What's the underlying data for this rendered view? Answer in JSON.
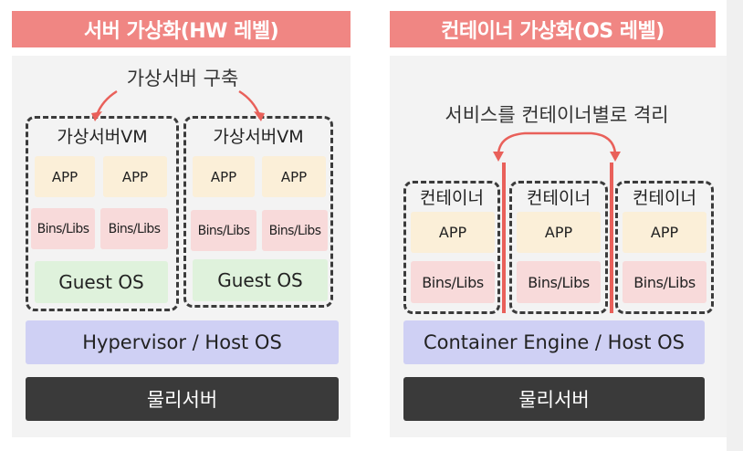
{
  "left": {
    "header": "서버 가상화(HW 레벨)",
    "caption": "가상서버 구축",
    "vms": [
      {
        "title": "가상서버VM",
        "apps": [
          "APP",
          "APP"
        ],
        "bins": [
          "Bins/Libs",
          "Bins/Libs"
        ],
        "os": "Guest OS"
      },
      {
        "title": "가상서버VM",
        "apps": [
          "APP",
          "APP"
        ],
        "bins": [
          "Bins/Libs",
          "Bins/Libs"
        ],
        "os": "Guest OS"
      }
    ],
    "layer": "Hypervisor / Host OS",
    "physical": "물리서버"
  },
  "right": {
    "header": "컨테이너 가상화(OS 레벨)",
    "caption": "서비스를 컨테이너별로 격리",
    "containers": [
      {
        "title": "컨테이너",
        "app": "APP",
        "bins": "Bins/Libs"
      },
      {
        "title": "컨테이너",
        "app": "APP",
        "bins": "Bins/Libs"
      },
      {
        "title": "컨테이너",
        "app": "APP",
        "bins": "Bins/Libs"
      }
    ],
    "layer": "Container Engine / Host OS",
    "physical": "물리서버"
  },
  "colors": {
    "header": "#f08683",
    "panel": "#f3f3f3",
    "app": "#fbefd8",
    "bins": "#f8dada",
    "guest_os": "#dff2dc",
    "layer": "#cfd0f4",
    "physical": "#3a3a3a",
    "arrow": "#e9605a"
  }
}
